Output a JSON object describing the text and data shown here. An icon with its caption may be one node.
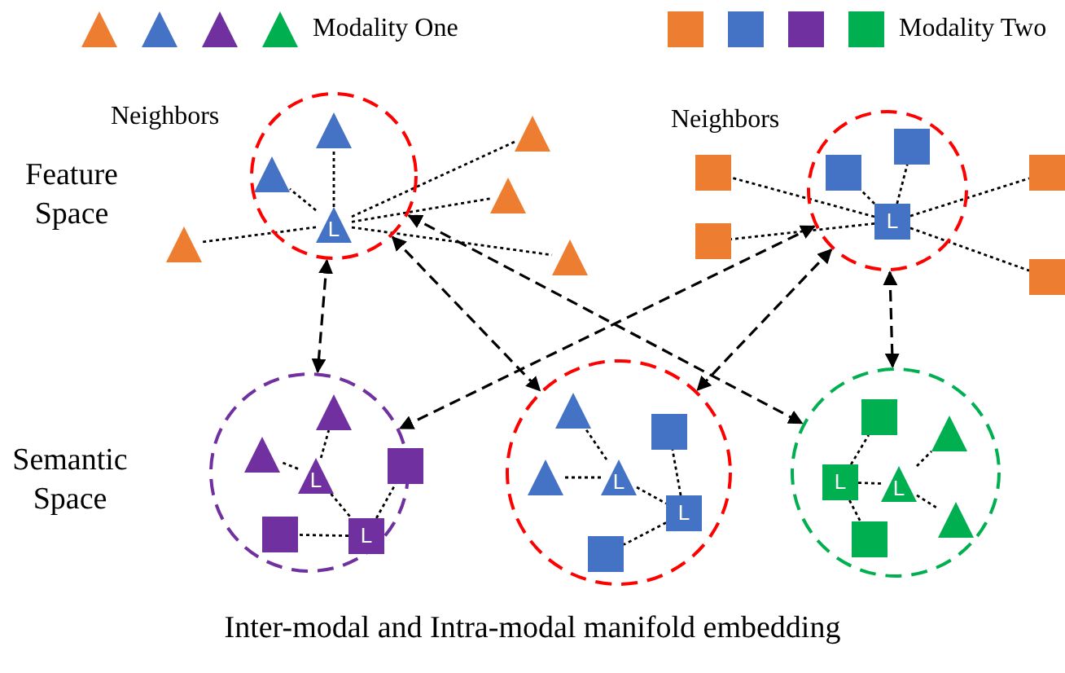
{
  "diagram": {
    "caption": "Inter-modal and Intra-modal manifold embedding",
    "nodes": [
      {
        "text": [],
        "shape": "circle"
      },
      {
        "text": [],
        "shape": "triangle",
        "in": 0
      },
      {
        "text": [],
        "shape": "triangle",
        "in": 0
      },
      {
        "text": [
          "L"
        ],
        "in": 0
      },
      {
        "text": [],
        "shape": "triangle"
      },
      {
        "text": [],
        "shape": "triangle"
      },
      {
        "text": [],
        "shape": "triangle"
      },
      {
        "text": [],
        "shape": "triangle"
      },
      {
        "text": [],
        "shape": "circle"
      },
      {
        "text": [],
        "shape": "box",
        "in": 8
      },
      {
        "text": [],
        "shape": "box",
        "in": 8
      },
      {
        "text": [
          "L"
        ],
        "in": 8
      },
      {
        "text": [],
        "shape": "box"
      },
      {
        "text": [],
        "shape": "box"
      },
      {
        "text": [],
        "shape": "box"
      },
      {
        "text": [],
        "shape": "box"
      },
      {
        "text": [],
        "shape": "circle"
      },
      {
        "text": [],
        "shape": "triangle",
        "in": 16
      },
      {
        "text": [],
        "shape": "triangle",
        "in": 16
      },
      {
        "text": [
          "L"
        ],
        "in": 16
      },
      {
        "text": [],
        "shape": "box",
        "in": 16
      },
      {
        "text": [],
        "shape": "box",
        "in": 16
      },
      {
        "text": [
          "L"
        ],
        "in": 16
      },
      {
        "text": [],
        "shape": "circle"
      },
      {
        "text": [],
        "shape": "triangle",
        "in": 23
      },
      {
        "text": [],
        "shape": "triangle",
        "in": 23
      },
      {
        "text": [
          "L"
        ],
        "in": 23
      },
      {
        "text": [],
        "shape": "box",
        "in": 23
      },
      {
        "text": [
          "L"
        ],
        "in": 23
      },
      {
        "text": [],
        "shape": "box",
        "in": 23
      },
      {
        "text": [],
        "shape": "circle"
      },
      {
        "text": [],
        "shape": "box",
        "in": 30
      },
      {
        "text": [],
        "shape": "triangle",
        "in": 30
      },
      {
        "text": [
          "L"
        ],
        "in": 30
      },
      {
        "text": [
          "L"
        ],
        "in": 30
      },
      {
        "text": [],
        "shape": "box",
        "in": 30
      },
      {
        "text": [],
        "shape": "triangle",
        "in": 30
      }
    ],
    "edges": [
      {
        "from": 3,
        "to": 1,
        "arrow": "none"
      },
      {
        "from": 3,
        "to": 2,
        "arrow": "none"
      },
      {
        "from": 3,
        "to": 4,
        "arrow": "none"
      },
      {
        "from": 3,
        "to": 5,
        "arrow": "none"
      },
      {
        "from": 3,
        "to": 6,
        "arrow": "none"
      },
      {
        "from": 3,
        "to": 7,
        "arrow": "none"
      },
      {
        "from": 11,
        "to": 9,
        "arrow": "none"
      },
      {
        "from": 11,
        "to": 10,
        "arrow": "none"
      },
      {
        "from": 11,
        "to": 12,
        "arrow": "none"
      },
      {
        "from": 11,
        "to": 13,
        "arrow": "none"
      },
      {
        "from": 11,
        "to": 14,
        "arrow": "none"
      },
      {
        "from": 11,
        "to": 15,
        "arrow": "none"
      },
      {
        "from": 19,
        "to": 17,
        "arrow": "none"
      },
      {
        "from": 19,
        "to": 18,
        "arrow": "none"
      },
      {
        "from": 19,
        "to": 22,
        "arrow": "none"
      },
      {
        "from": 22,
        "to": 20,
        "arrow": "none"
      },
      {
        "from": 22,
        "to": 21,
        "arrow": "none"
      },
      {
        "from": 26,
        "to": 24,
        "arrow": "none"
      },
      {
        "from": 26,
        "to": 25,
        "arrow": "none"
      },
      {
        "from": 26,
        "to": 28,
        "arrow": "none"
      },
      {
        "from": 28,
        "to": 27,
        "arrow": "none"
      },
      {
        "from": 28,
        "to": 29,
        "arrow": "none"
      },
      {
        "from": 34,
        "to": 32,
        "arrow": "none"
      },
      {
        "from": 34,
        "to": 36,
        "arrow": "none"
      },
      {
        "from": 34,
        "to": 33,
        "arrow": "none"
      },
      {
        "from": 33,
        "to": 31,
        "arrow": "none"
      },
      {
        "from": 33,
        "to": 35,
        "arrow": "none"
      },
      {
        "from": 0,
        "to": 16,
        "arrow": "both",
        "style": "dashed"
      },
      {
        "from": 0,
        "to": 23,
        "arrow": "both",
        "style": "dashed"
      },
      {
        "from": 0,
        "to": 30,
        "arrow": "both",
        "style": "dashed"
      },
      {
        "from": 8,
        "to": 16,
        "arrow": "both",
        "style": "dashed"
      },
      {
        "from": 8,
        "to": 23,
        "arrow": "both",
        "style": "dashed"
      },
      {
        "from": 8,
        "to": 30,
        "arrow": "both",
        "style": "dashed"
      }
    ],
    "labels": [
      "Neighbors",
      "Neighbors",
      "Feature Space",
      "Semantic Space"
    ],
    "legend": [
      {
        "text": "Modality One"
      },
      {
        "text": "Modality Two"
      }
    ]
  }
}
